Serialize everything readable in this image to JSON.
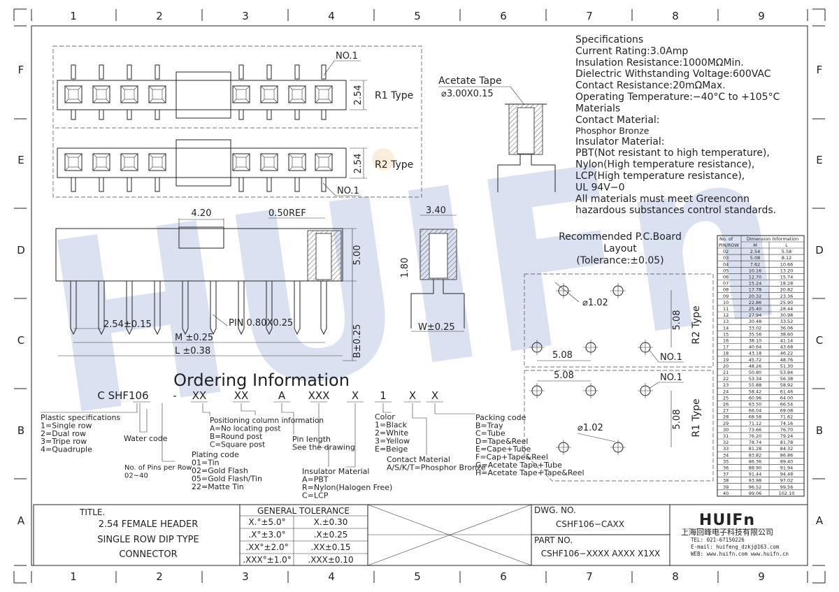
{
  "grid": {
    "columns": [
      "1",
      "2",
      "3",
      "4",
      "5",
      "6",
      "7",
      "8",
      "9"
    ],
    "rows": [
      "F",
      "E",
      "D",
      "C",
      "B",
      "A"
    ]
  },
  "views": {
    "r1_label": "R1 Type",
    "r2_label": "R2 Type",
    "no1": "NO.1",
    "dim_254": "2.54",
    "dim_420": "4.20",
    "dim_050ref": "0.50REF",
    "dim_500": "5.00",
    "dim_pitch": "2.54±0.15",
    "dim_m": "M ±0.25",
    "dim_l": "L ±0.38",
    "dim_b": "B±0.25",
    "pin": "PIN 0.80X0.25",
    "dim_340": "3.40",
    "dim_180": "1.80",
    "dim_w": "W±0.25",
    "acetate_tape": "Acetate Tape",
    "acetate_dim": "⌀3.00X0.15"
  },
  "specifications": [
    "Specifications",
    "Current  Rating:3.0Amp",
    "Insulation  Resistance:1000MΩMin.",
    "Dielectric  Withstanding  Voltage:600VAC",
    "Contact  Resistance:20mΩMax.",
    "Operating  Temperature:−40°C  to  +105°C",
    "Materials",
    "Contact  Material:",
    "Phosphor Bronze",
    "Insulator  Material:",
    "PBT(Not  resistant  to  high  temperature),",
    "Nylon(High  temperature  resistance),",
    "LCP(High  temperature  resistance),",
    "UL  94V−0",
    "All  materials  must  meet  Greenconn",
    "hazardous  substances  control  standards."
  ],
  "pcb": {
    "title": "Recommended  P.C.Board",
    "title2": "Layout",
    "tolerance": "(Tolerance:±0.05)",
    "dim_508": "5.08",
    "hole": "⌀1.02",
    "no1": "NO.1",
    "r2_type": "R2  Type",
    "r1_type": "R1  Type"
  },
  "dimension_table": {
    "header_col1_line1": "No. of",
    "header_col1_line2": "PIN/ROW",
    "header_group": "Dimension Information",
    "header_m": "M",
    "header_l": "L",
    "rows": [
      [
        "02",
        "2.54",
        "5.58"
      ],
      [
        "03",
        "5.08",
        "8.12"
      ],
      [
        "04",
        "7.62",
        "10.66"
      ],
      [
        "05",
        "10.16",
        "13.20"
      ],
      [
        "06",
        "12.70",
        "15.74"
      ],
      [
        "07",
        "15.24",
        "18.28"
      ],
      [
        "08",
        "17.78",
        "20.82"
      ],
      [
        "09",
        "20.32",
        "23.36"
      ],
      [
        "10",
        "22.86",
        "25.90"
      ],
      [
        "11",
        "25.40",
        "28.44"
      ],
      [
        "12",
        "27.94",
        "30.98"
      ],
      [
        "13",
        "30.48",
        "33.52"
      ],
      [
        "14",
        "33.02",
        "36.06"
      ],
      [
        "15",
        "35.56",
        "38.60"
      ],
      [
        "16",
        "38.10",
        "41.14"
      ],
      [
        "17",
        "40.64",
        "43.68"
      ],
      [
        "18",
        "43.18",
        "46.22"
      ],
      [
        "19",
        "45.72",
        "48.76"
      ],
      [
        "20",
        "48.26",
        "51.30"
      ],
      [
        "21",
        "50.80",
        "53.84"
      ],
      [
        "22",
        "53.34",
        "56.38"
      ],
      [
        "23",
        "55.88",
        "58.92"
      ],
      [
        "24",
        "58.42",
        "61.46"
      ],
      [
        "25",
        "60.96",
        "64.00"
      ],
      [
        "26",
        "63.50",
        "66.54"
      ],
      [
        "27",
        "66.04",
        "69.08"
      ],
      [
        "28",
        "68.58",
        "71.62"
      ],
      [
        "29",
        "71.12",
        "74.16"
      ],
      [
        "30",
        "73.66",
        "76.70"
      ],
      [
        "31",
        "76.20",
        "79.24"
      ],
      [
        "32",
        "78.74",
        "81.78"
      ],
      [
        "33",
        "81.28",
        "84.32"
      ],
      [
        "34",
        "83.82",
        "86.86"
      ],
      [
        "35",
        "86.36",
        "89.40"
      ],
      [
        "36",
        "88.90",
        "91.94"
      ],
      [
        "37",
        "91.44",
        "94.48"
      ],
      [
        "38",
        "93.98",
        "97.02"
      ],
      [
        "39",
        "96.52",
        "99.56"
      ],
      [
        "40",
        "99.06",
        "102.10"
      ]
    ]
  },
  "ordering": {
    "title": "Ordering  Information",
    "code_parts": [
      "C SHF106",
      "-",
      "XX",
      "XX",
      "A",
      "XXX",
      "X",
      "1",
      "X",
      "X"
    ],
    "plastic": [
      "Plastic specifications",
      "1=Single row",
      "2=Dual row",
      "3=Tripe row",
      "4=Quadruple"
    ],
    "water": "Water code",
    "pins": [
      "No. of Pins per Row",
      "02~40"
    ],
    "positioning": [
      "Positioning column information",
      "A=No locating post",
      "B=Round post",
      "C=Square post"
    ],
    "plating": [
      "Plating code",
      "01=Tin",
      "02=Gold Flash",
      "05=Gold Flash/Tin",
      "22=Matte Tin"
    ],
    "pin_length": [
      "Pin length",
      "See the drawing"
    ],
    "insulator": [
      "Insulator  Material",
      "A=PBT",
      "R=Nylon(Halogen Free)",
      "C=LCP"
    ],
    "color": [
      "Color",
      "1=Black",
      "2=White",
      "3=Yellow",
      "E=Beige"
    ],
    "contact": [
      "Contact  Material",
      "A/S/K/T=Phosphor  Bronze"
    ],
    "packing": [
      "Packing code",
      "B=Tray",
      "C=Tube",
      "D=Tape&Reel",
      "E=Cape+Tube",
      "F=Cap+Tape&Reel",
      "G=Acetate  Tape+Tube",
      "H=Acetate  Tape+Tape&Reel"
    ]
  },
  "title_block": {
    "title_label": "TITLE.",
    "title_lines": [
      "2.54 FEMALE HEADER",
      "SINGLE ROW DIP TYPE",
      "CONNECTOR"
    ],
    "tolerance_header": "GENERAL  TOLERANCE",
    "tolerance_rows": [
      [
        "X.°±5.0°",
        "X.±0.30"
      ],
      [
        ".X°±3.0°",
        ".X±0.25"
      ],
      [
        ".XX°±2.0°",
        ".XX±0.15"
      ],
      [
        ".XXX°±1.0°",
        ".XXX±0.10"
      ]
    ],
    "dwg_label": "DWG. NO.",
    "dwg_no": "CSHF106−CAXX",
    "part_label": "PART NO.",
    "part_no": "CSHF106−XXXX  AXXX  X1XX",
    "brand": "HUIFn",
    "company": "上海回峰电子科技有限公司",
    "tel": "TEL:  021-67150226",
    "email": "E-mail:  huifeng_dzkj@163.com",
    "web": "WEB: www.huifn.com   www.huifn.cn"
  },
  "watermark": "HUIFn"
}
